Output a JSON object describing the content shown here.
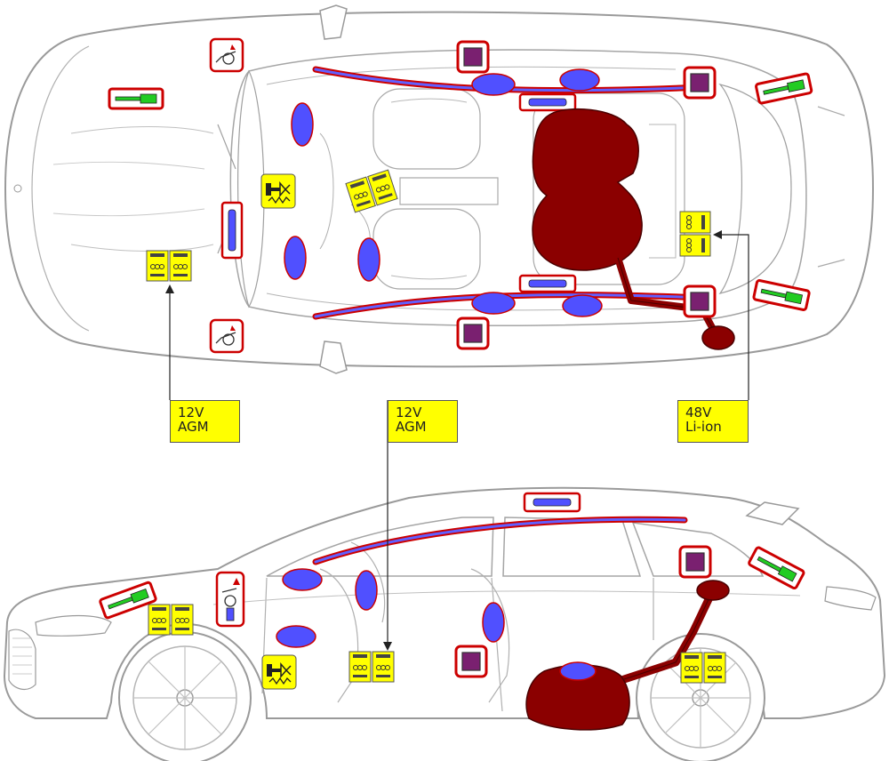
{
  "labels": {
    "front_battery": {
      "line1": "12V",
      "line2": "AGM"
    },
    "cabin_battery": {
      "line1": "12V",
      "line2": "AGM"
    },
    "rear_battery": {
      "line1": "48V",
      "line2": "Li-ion"
    }
  },
  "colors": {
    "outline": "#9a9a9a",
    "battery_fill": "#ffff00",
    "airbag_fill": "#5050ff",
    "airbag_stroke": "#cc0000",
    "fuel_tank": "#8b0000",
    "seatbelt_pretensioner": "#7a2070",
    "gas_strut": "#22cc22",
    "label_fill": "#ffff00"
  },
  "icons": [
    "battery-icon",
    "airbag-icon",
    "curtain-airbag-icon",
    "seatbelt-pretensioner-icon",
    "gas-strut-icon",
    "fuel-tank-icon",
    "hood-lifter-icon",
    "control-unit-icon"
  ]
}
